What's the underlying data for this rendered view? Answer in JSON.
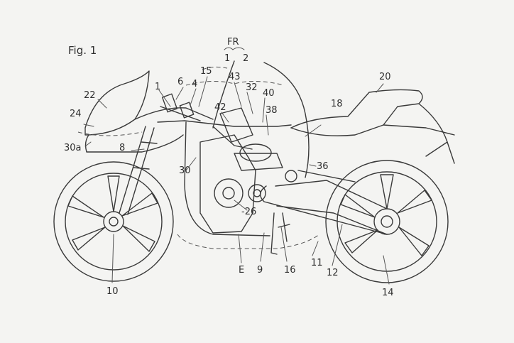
{
  "figure_title": "Fig. 1",
  "direction_label": "FR",
  "labels": {
    "l1a": "1",
    "l1b": "1",
    "l2": "2",
    "l4": "4",
    "l6": "6",
    "l8": "8",
    "l9": "9",
    "l10": "10",
    "l11": "11",
    "l12": "12",
    "l14": "14",
    "l15": "15",
    "l16": "16",
    "l18": "18",
    "l20": "20",
    "l22": "22",
    "l24": "24",
    "l26": "-26",
    "l30": "30",
    "l30a": "30a",
    "l32": "32",
    "l36": "36",
    "l38": "38",
    "l40": "40",
    "l42": "42",
    "l43": "43",
    "lE": "E"
  }
}
